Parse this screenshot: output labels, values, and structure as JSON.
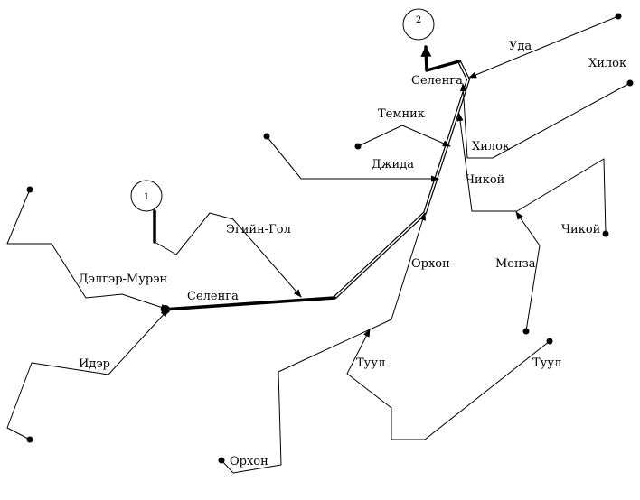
{
  "labels": {
    "uda": "Уда",
    "khilok_top": "Хилок",
    "selenga_top": "Селенга",
    "temnik": "Темник",
    "khilok_mid": "Хилок",
    "dzhida": "Джида",
    "chikoy_mid": "Чикой",
    "egiin_gol": "Эгийн-Гол",
    "chikoy_right": "Чикой",
    "orkhon_mid": "Орхон",
    "menza": "Менза",
    "delger_muren": "Дэлгэр-Мурэн",
    "selenga_mid": "Селенга",
    "ider": "Идэр",
    "tuul_left": "Туул",
    "tuul_right": "Туул",
    "orkhon_bottom": "Орхон"
  },
  "nodes": {
    "node_1": "1",
    "node_2": "2"
  }
}
